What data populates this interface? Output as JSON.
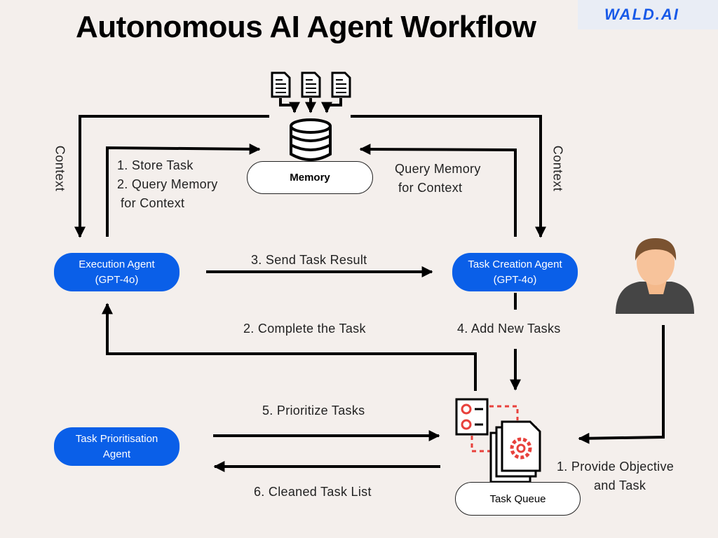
{
  "title": "Autonomous AI Agent Workflow",
  "logo": "WALD.AI",
  "colors": {
    "accent": "#0a5fe8",
    "background": "#f4efec",
    "icon_red": "#e8413c"
  },
  "nodes": {
    "memory": "Memory",
    "execution_agent": {
      "line1": "Execution Agent",
      "line2": "(GPT-4o)"
    },
    "task_creation_agent": {
      "line1": "Task Creation Agent",
      "line2": "(GPT-4o)"
    },
    "task_prioritisation_agent": {
      "line1": "Task Prioritisation",
      "line2": "Agent"
    },
    "task_queue": "Task Queue"
  },
  "labels": {
    "context_left": "Context",
    "context_right": "Context",
    "store_task": "1. Store Task",
    "query_memory": "2. Query Memory",
    "for_context": "for Context",
    "query_memory_right_1": "Query Memory",
    "query_memory_right_2": "for Context",
    "send_task_result": "3. Send Task Result",
    "complete_task": "2. Complete the Task",
    "add_new_tasks": "4. Add New Tasks",
    "prioritize_tasks": "5. Prioritize Tasks",
    "cleaned_task_list": "6. Cleaned Task List",
    "provide_objective_1": "1. Provide Objective",
    "provide_objective_2": "and Task"
  },
  "icons": [
    "document-icon",
    "database-icon",
    "user-avatar-icon",
    "checklist-icon",
    "gear-document-icon"
  ]
}
